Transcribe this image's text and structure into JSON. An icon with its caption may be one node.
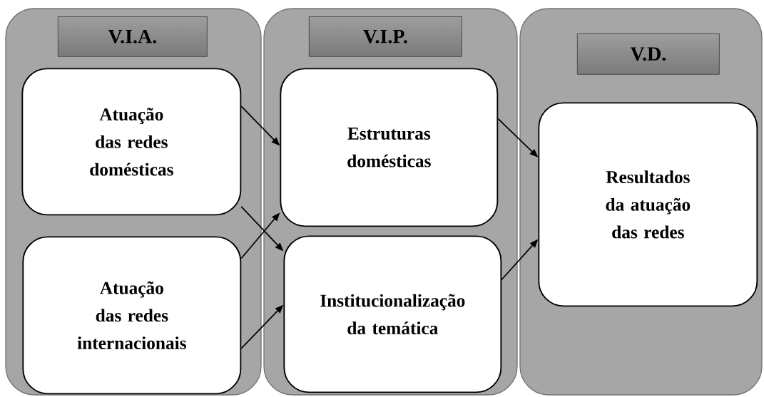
{
  "diagram": {
    "nodes": [
      {
        "text": [],
        "shape": "box"
      },
      {
        "text": [
          "V.I.A."
        ],
        "in": 0
      },
      {
        "text": [
          "Atuação das redes domésticas"
        ],
        "in": 0
      },
      {
        "text": [
          "Atuação das redes internacionais"
        ],
        "in": 0
      },
      {
        "text": [],
        "shape": "box"
      },
      {
        "text": [
          "V.I.P."
        ],
        "in": 4
      },
      {
        "text": [
          "Estruturas domésticas"
        ],
        "in": 4
      },
      {
        "text": [
          "Institucionalização da temática"
        ],
        "in": 4
      },
      {
        "text": [],
        "shape": "box"
      },
      {
        "text": [
          "V.D."
        ],
        "in": 8
      },
      {
        "text": [
          "Resultados da atuação das redes"
        ],
        "in": 8
      }
    ],
    "edges": [
      {
        "from": 2,
        "to": 6,
        "arrow": "to"
      },
      {
        "from": 2,
        "to": 7,
        "arrow": "to"
      },
      {
        "from": 3,
        "to": 6,
        "arrow": "to"
      },
      {
        "from": 3,
        "to": 7,
        "arrow": "to"
      },
      {
        "from": 6,
        "to": 10,
        "arrow": "to"
      },
      {
        "from": 7,
        "to": 10,
        "arrow": "to"
      }
    ]
  }
}
